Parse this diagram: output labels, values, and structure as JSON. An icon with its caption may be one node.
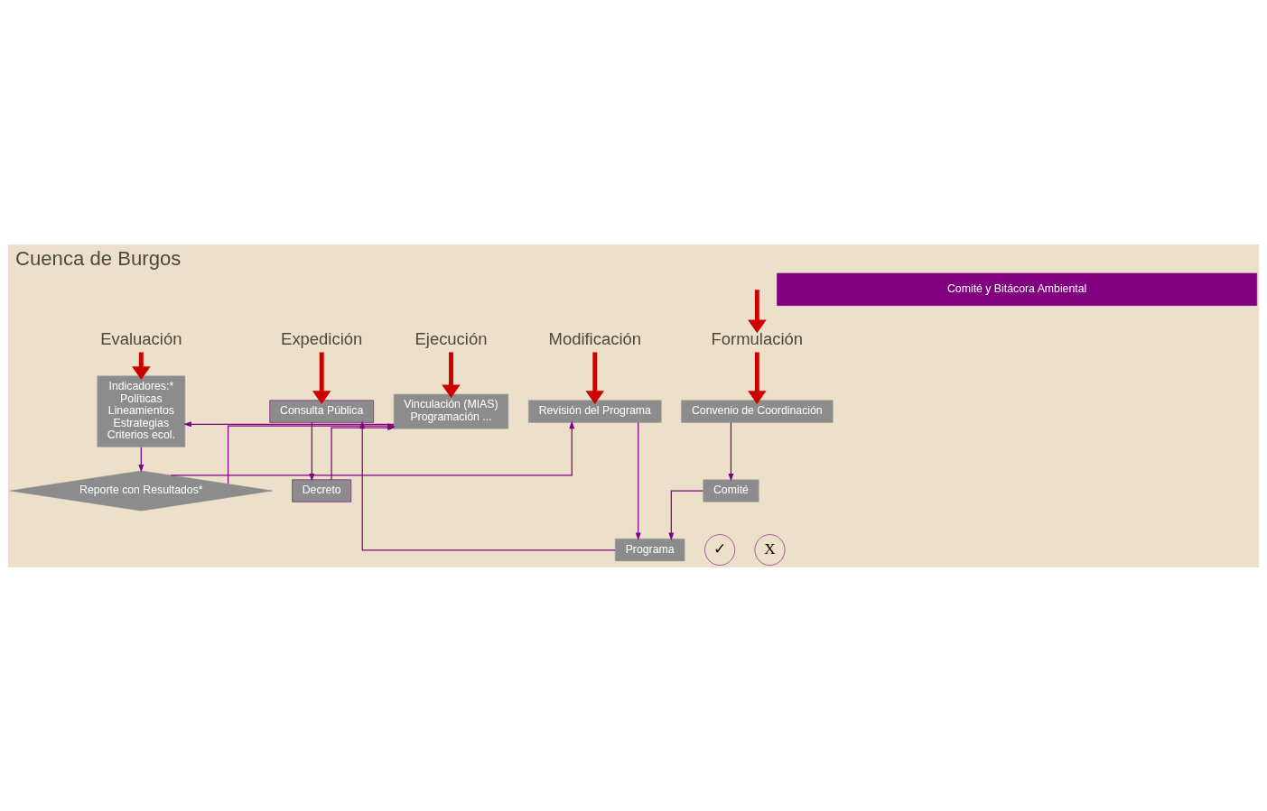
{
  "diagram": {
    "title": "Cuenca de Burgos",
    "nodes": [
      {
        "text": [
          "Formulación"
        ]
      },
      {
        "text": [
          "Expedición"
        ]
      },
      {
        "text": [
          "Ejecución"
        ]
      },
      {
        "text": [
          "Evaluación"
        ]
      },
      {
        "text": [
          "Modificación"
        ]
      },
      {
        "text": [
          "Convenio de Coordinación"
        ]
      },
      {
        "text": [
          "Consulta Pública"
        ]
      },
      {
        "text": [
          "Vinculación (MIAS)",
          "Programación ..."
        ]
      },
      {
        "text": [
          "Indicadores:*",
          "Políticas",
          "Lineamientos",
          "Estrategias",
          "Criterios ecol."
        ]
      },
      {
        "text": [
          "Revisión del Programa"
        ]
      },
      {
        "text": [
          "Comité"
        ]
      },
      {
        "text": [
          "Decreto"
        ]
      },
      {
        "text": [
          "Reporte con Resultados*"
        ]
      },
      {
        "text": [
          "✓"
        ]
      },
      {
        "text": [
          "X"
        ]
      },
      {
        "text": [
          "Programa"
        ]
      },
      {
        "text": [
          "Comité y Bitácora Ambiental"
        ]
      }
    ],
    "edges": [
      {
        "from": null,
        "to": 0,
        "arrow": "to",
        "style": "thick",
        "color": "#cc0000"
      },
      {
        "from": 0,
        "to": 5,
        "arrow": "to",
        "style": "thick",
        "color": "#cc0000"
      },
      {
        "from": 1,
        "to": 6,
        "arrow": "to",
        "style": "thick",
        "color": "#cc0000"
      },
      {
        "from": 2,
        "to": 7,
        "arrow": "to",
        "style": "thick",
        "color": "#cc0000"
      },
      {
        "from": 3,
        "to": 8,
        "arrow": "to",
        "style": "thick",
        "color": "#cc0000"
      },
      {
        "from": 4,
        "to": 9,
        "arrow": "to",
        "style": "thick",
        "color": "#cc0000"
      },
      {
        "from": 5,
        "to": 10,
        "arrow": "to"
      },
      {
        "from": 10,
        "to": 15,
        "arrow": "to"
      },
      {
        "from": 15,
        "to": 6,
        "arrow": "to"
      },
      {
        "from": 6,
        "to": 11,
        "arrow": "to"
      },
      {
        "from": 11,
        "to": 7,
        "arrow": "to"
      },
      {
        "from": 7,
        "to": 8,
        "arrow": "to"
      },
      {
        "from": 8,
        "to": 12,
        "arrow": "to"
      },
      {
        "from": 12,
        "to": 7,
        "arrow": "to"
      },
      {
        "from": 12,
        "to": 9,
        "arrow": "to"
      },
      {
        "from": 9,
        "to": 15,
        "arrow": "to"
      }
    ]
  }
}
